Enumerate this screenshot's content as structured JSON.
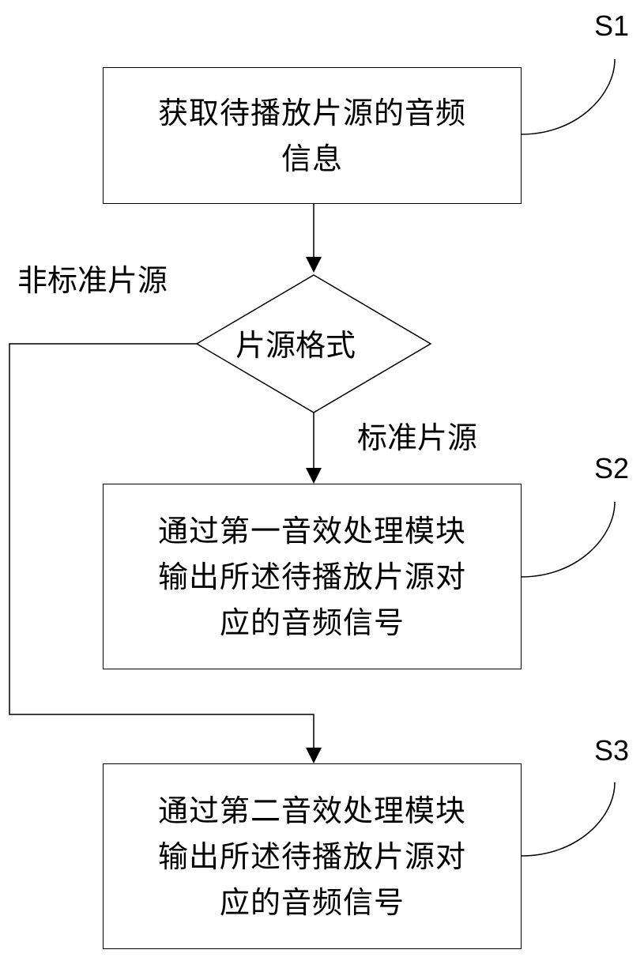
{
  "steps": {
    "s1": {
      "id": "S1",
      "text": "获取待播放片源的音频\n信息"
    },
    "s2": {
      "id": "S2",
      "text": "通过第一音效处理模块\n输出所述待播放片源对\n应的音频信号"
    },
    "s3": {
      "id": "S3",
      "text": "通过第二音效处理模块\n输出所述待播放片源对\n应的音频信号"
    }
  },
  "decision": {
    "text": "片源格式"
  },
  "branches": {
    "nonstandard": "非标准片源",
    "standard": "标准片源"
  }
}
